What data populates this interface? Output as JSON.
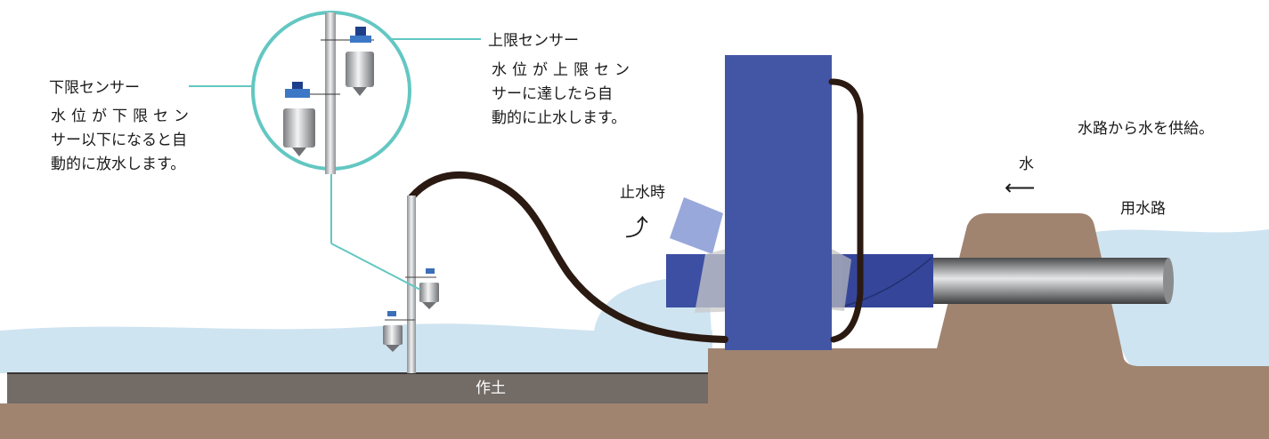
{
  "lower_sensor": {
    "title": "下限センサー",
    "desc_lines": [
      "水位が下限セン",
      "サー以下になると自",
      "動的に放水します。"
    ]
  },
  "upper_sensor": {
    "title": "上限センサー",
    "desc_lines": [
      "水位が上限セン",
      "サーに達したら自",
      "動的に止水します。"
    ]
  },
  "supply_note": "水路から水を供給。",
  "water_label": "水",
  "water_arrow": "⟵",
  "channel_label": "用水路",
  "stop_label": "止水時",
  "stop_arrow": "⤴",
  "soil_label": "作土",
  "colors": {
    "water": "#cfe4f1",
    "soil": "#a08470",
    "topsoil": "#726b66",
    "gate": "#4356a6",
    "pipe_blue": "#3c4fa3",
    "hose": "#2a1a12",
    "magnifier": "#63c7c2",
    "pipe_gray": "#6d6e70"
  }
}
